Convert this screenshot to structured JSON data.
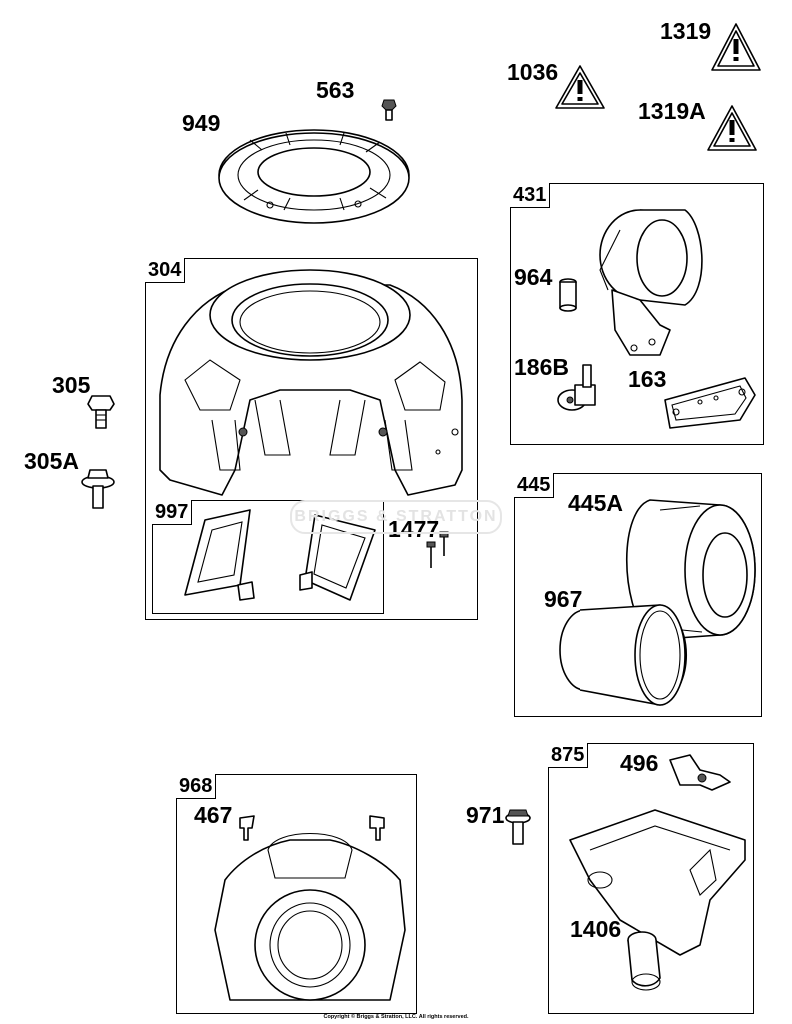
{
  "parts": {
    "p949": "949",
    "p563": "563",
    "p1036": "1036",
    "p1319": "1319",
    "p1319A": "1319A",
    "p304": "304",
    "p305": "305",
    "p305A": "305A",
    "p997": "997",
    "p1477": "1477",
    "p431": "431",
    "p964": "964",
    "p186B": "186B",
    "p163": "163",
    "p445": "445",
    "p445A": "445A",
    "p967": "967",
    "p968": "968",
    "p467": "467",
    "p971": "971",
    "p875": "875",
    "p496": "496",
    "p1406": "1406"
  },
  "watermark": "BRIGGS & STRATTON",
  "copyright": "Copyright © Briggs & Stratton, LLC. All rights reserved.",
  "icons": {
    "warning": "warning-triangle-icon"
  }
}
